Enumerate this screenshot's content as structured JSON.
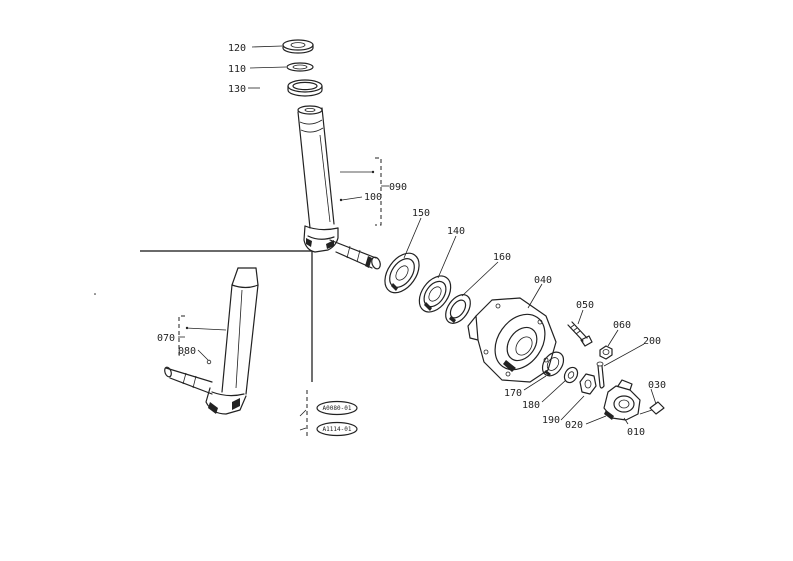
{
  "labels": {
    "p120": "120",
    "p110": "110",
    "p130": "130",
    "p090": "090",
    "p100": "100",
    "p150": "150",
    "p140": "140",
    "p160": "160",
    "p040": "040",
    "p050": "050",
    "p060": "060",
    "p200": "200",
    "p170": "170",
    "p180": "180",
    "p190": "190",
    "p030": "030",
    "p020": "020",
    "p010": "010",
    "p070": "070",
    "p080": "080"
  },
  "reference_tags": {
    "upper": "A0080-01",
    "lower": "A1114-01"
  }
}
